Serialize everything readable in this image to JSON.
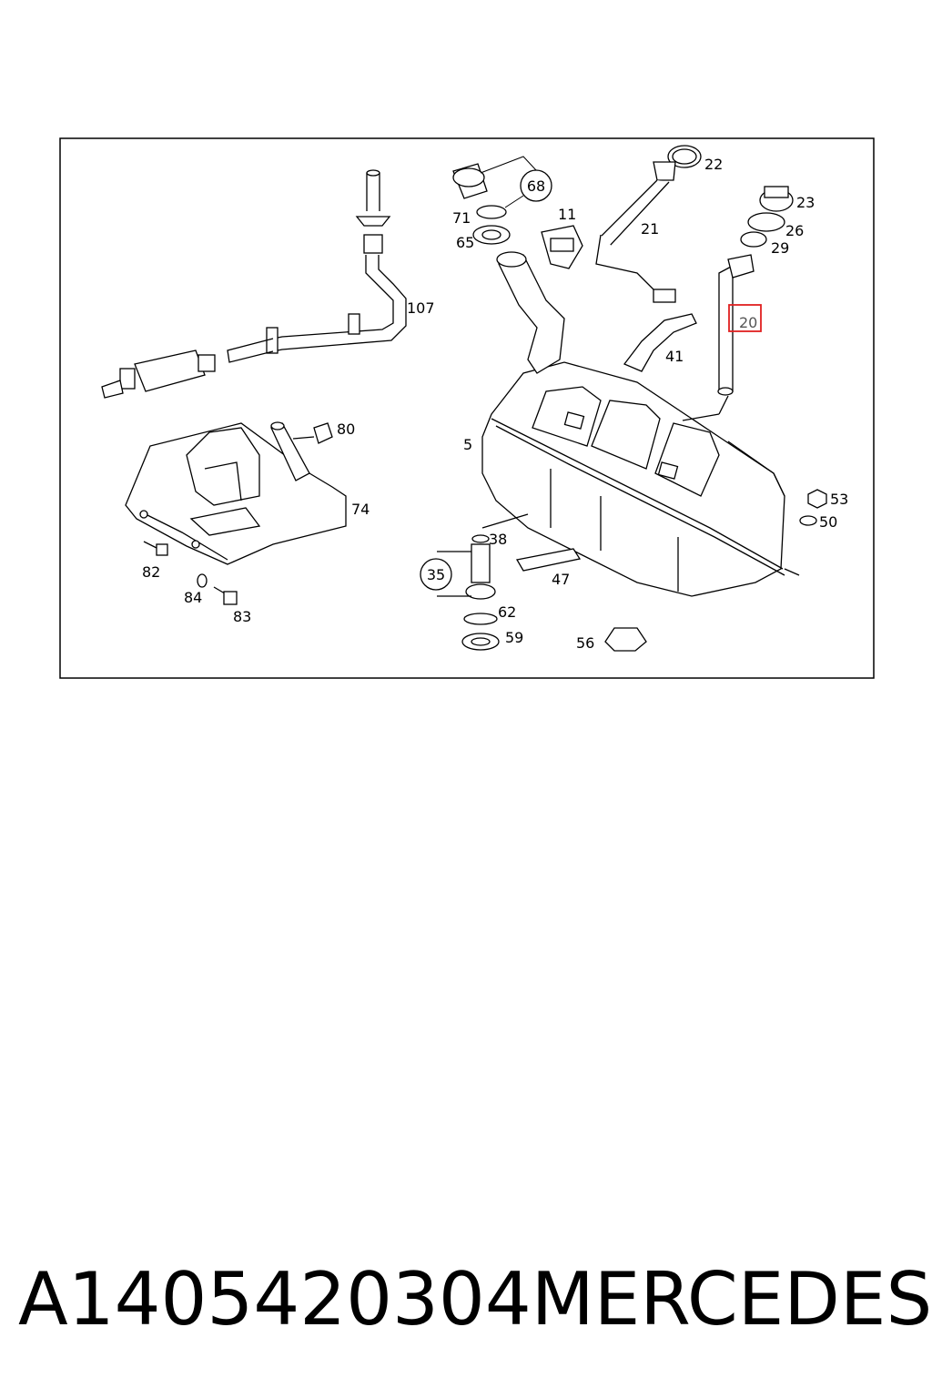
{
  "diagram": {
    "callouts": {
      "p68": "68",
      "p35": "35"
    },
    "labels": {
      "p22": "22",
      "p23": "23",
      "p26": "26",
      "p29": "29",
      "p21": "21",
      "p11": "11",
      "p71": "71",
      "p65": "65",
      "p107": "107",
      "p20": "20",
      "p41": "41",
      "p80": "80",
      "p5": "5",
      "p74": "74",
      "p53": "53",
      "p50": "50",
      "p38": "38",
      "p47": "47",
      "p82": "82",
      "p84": "84",
      "p83": "83",
      "p62": "62",
      "p59": "59",
      "p56": "56"
    },
    "highlight_color": "#e02020"
  },
  "caption": {
    "part_number": "A1405420304",
    "brand": "MERCEDES"
  }
}
